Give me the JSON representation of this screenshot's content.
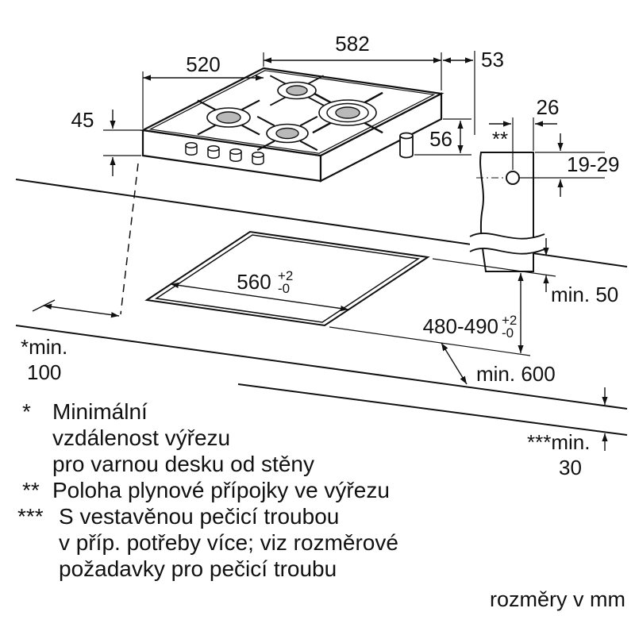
{
  "diagram": {
    "hob": {
      "width_label": "582",
      "depth_label": "520",
      "conn_offset_label": "53",
      "height_label": "45",
      "under_depth_label": "56"
    },
    "connection_detail": {
      "offset_label": "26",
      "footnote_ref": "**",
      "depth_range_label": "19-29"
    },
    "cutout": {
      "width_label": "560",
      "width_tol_plus": "+2",
      "width_tol_minus": "-0",
      "depth_label": "480-490",
      "depth_tol_plus": "+2",
      "depth_tol_minus": "-0"
    },
    "clearances": {
      "back_label": "min. 50",
      "side_label_line1": "*min.",
      "side_label_line2": "100",
      "front_label": "min. 600",
      "edge_label_line1": "***min.",
      "edge_label_line2": "30"
    },
    "footnotes": [
      {
        "marker": "*",
        "lines": [
          "Minimální",
          "vzdálenost výřezu",
          "pro varnou desku od stěny"
        ]
      },
      {
        "marker": "**",
        "lines": [
          "Poloha plynové přípojky ve výřezu"
        ]
      },
      {
        "marker": "***",
        "lines": [
          "S vestavěnou pečicí troubou",
          "v příp. potřeby více; viz rozměrové",
          "požadavky pro pečicí troubu"
        ]
      }
    ],
    "units_note": "rozměry v mm"
  }
}
